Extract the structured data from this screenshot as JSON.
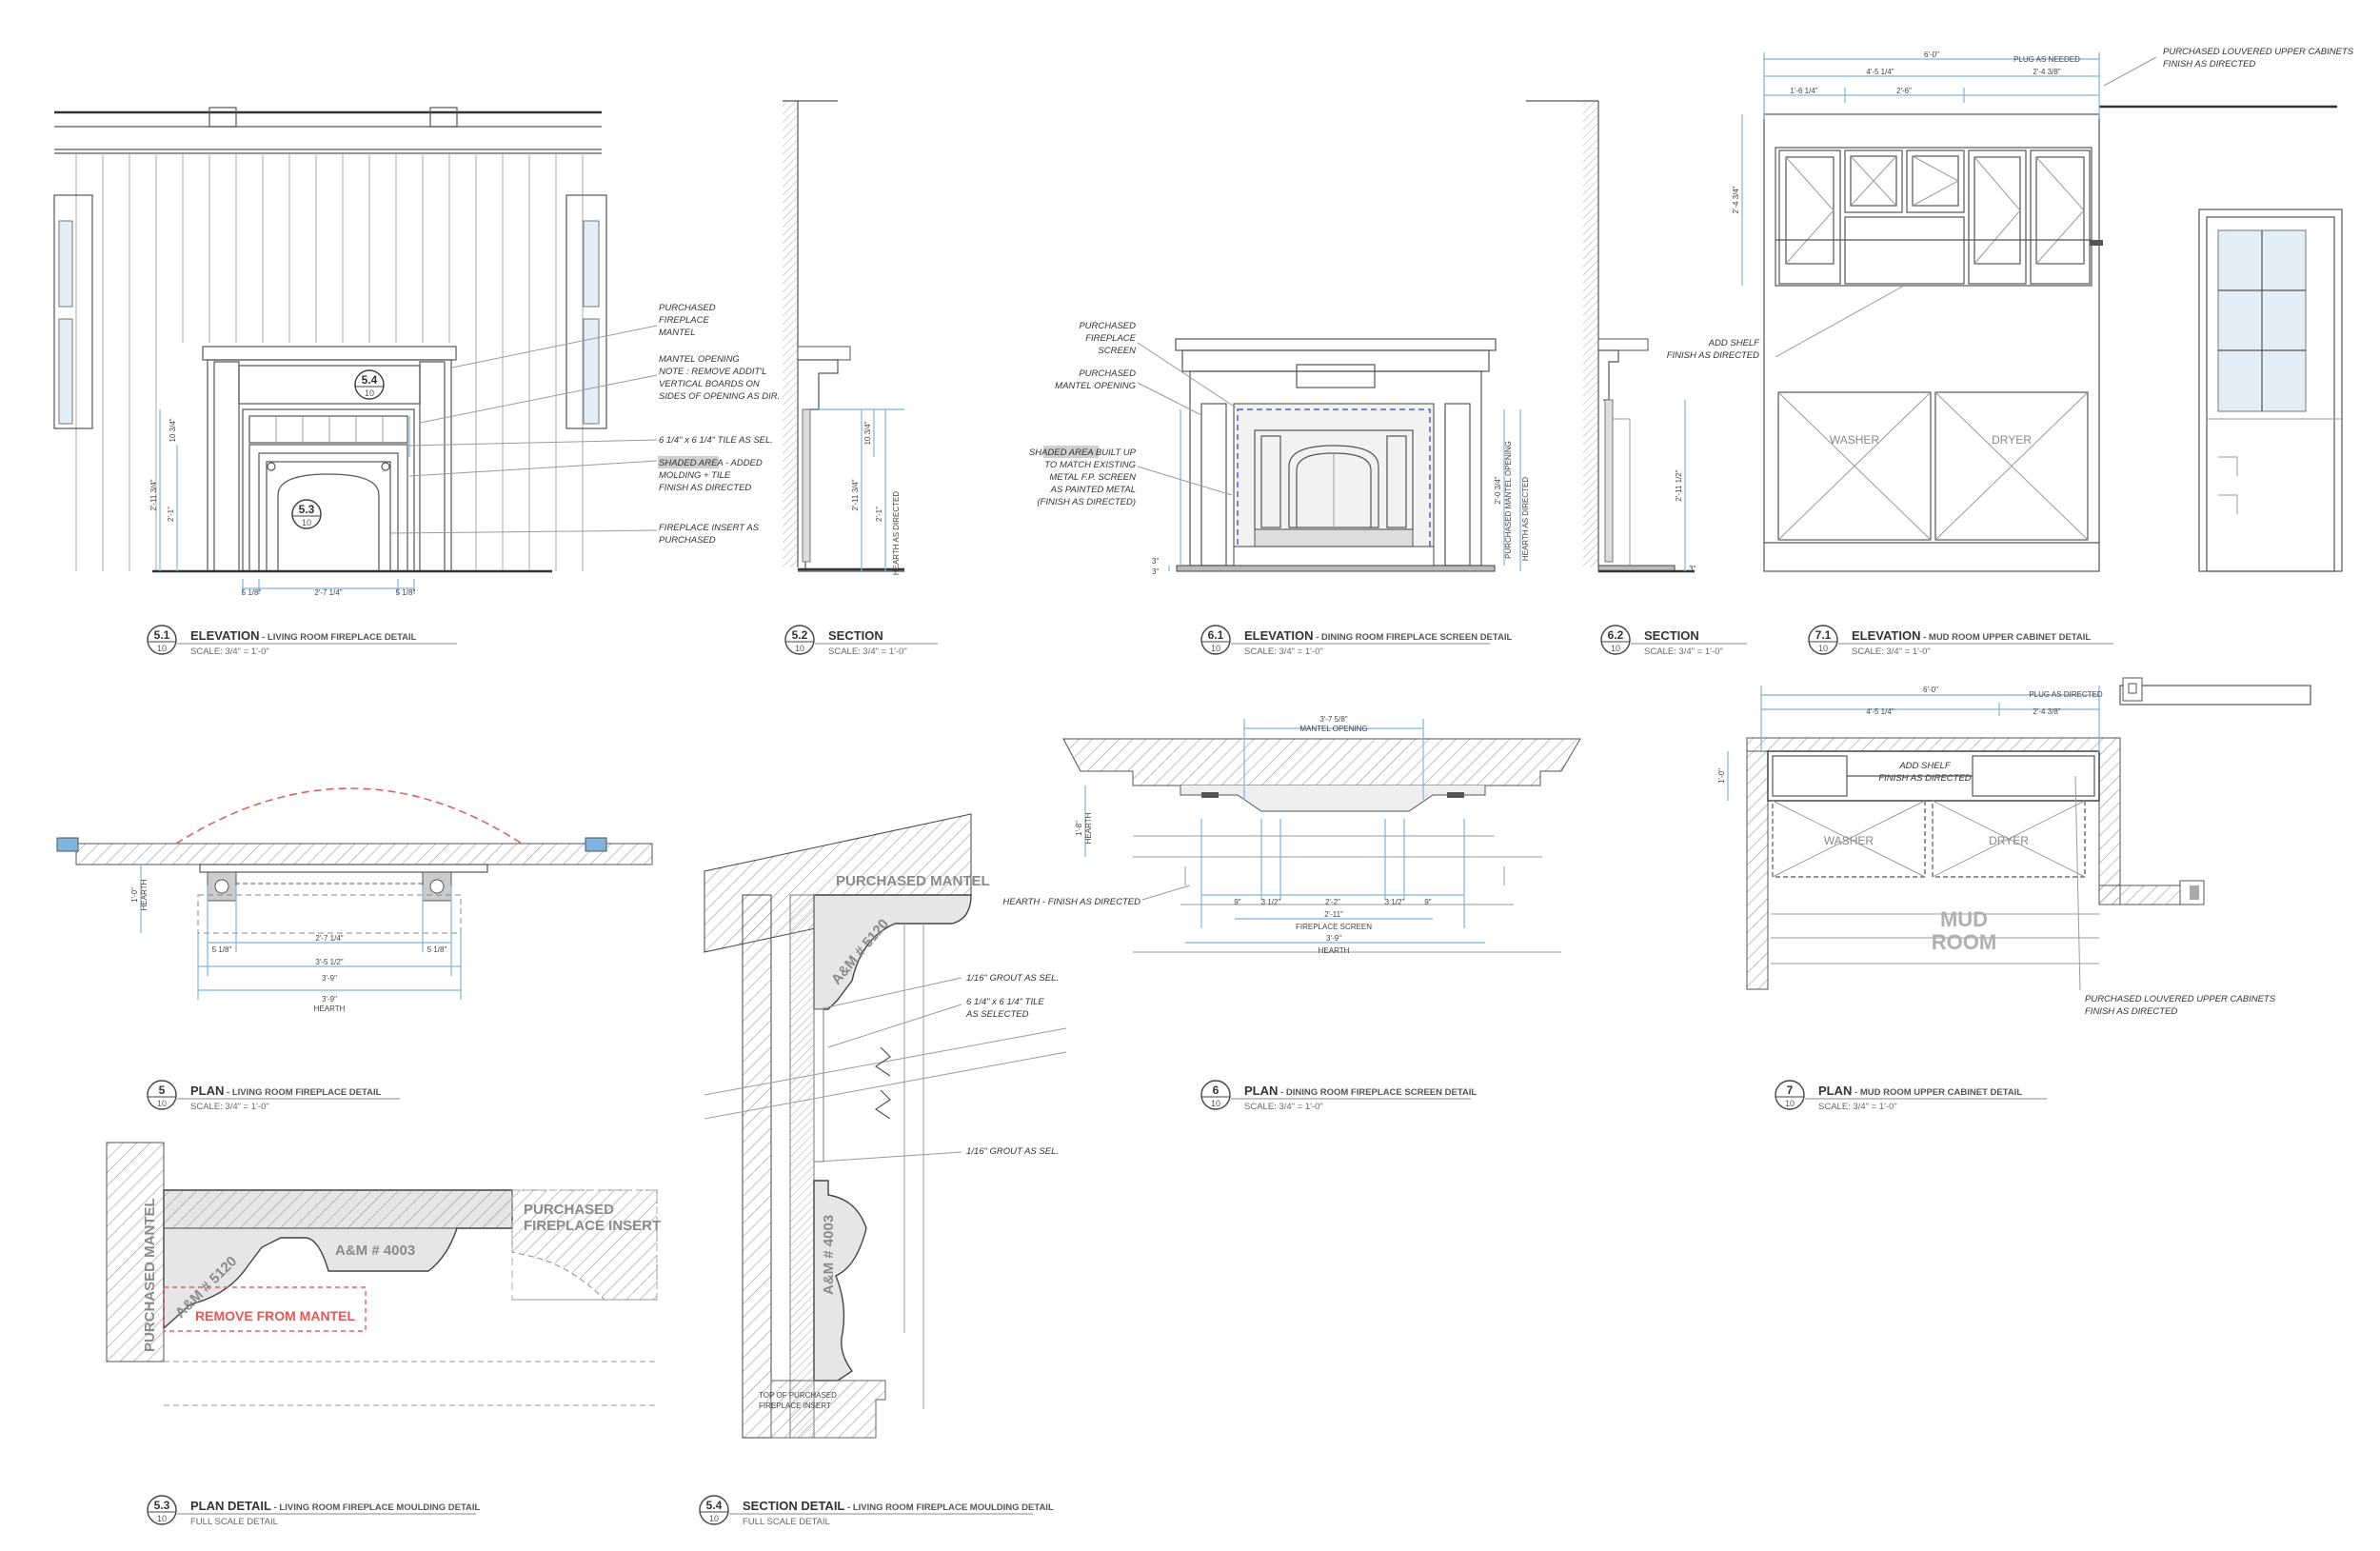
{
  "views": {
    "v51": {
      "num": "5.1",
      "sheet": "10",
      "title": "ELEVATION",
      "subtitle": " - LIVING ROOM FIREPLACE DETAIL",
      "scale": "SCALE: 3/4\" = 1'-0\""
    },
    "v52": {
      "num": "5.2",
      "sheet": "10",
      "title": "SECTION",
      "subtitle": "",
      "scale": "SCALE: 3/4\" = 1'-0\""
    },
    "v61": {
      "num": "6.1",
      "sheet": "10",
      "title": "ELEVATION",
      "subtitle": " - DINING ROOM FIREPLACE SCREEN DETAIL",
      "scale": "SCALE: 3/4\" = 1'-0\""
    },
    "v62": {
      "num": "6.2",
      "sheet": "10",
      "title": "SECTION",
      "subtitle": "",
      "scale": "SCALE: 3/4\" = 1'-0\""
    },
    "v71": {
      "num": "7.1",
      "sheet": "10",
      "title": "ELEVATION",
      "subtitle": " - MUD ROOM UPPER CABINET DETAIL",
      "scale": "SCALE: 3/4\" = 1'-0\""
    },
    "v5": {
      "num": "5",
      "sheet": "10",
      "title": "PLAN",
      "subtitle": " - LIVING ROOM FIREPLACE DETAIL",
      "scale": "SCALE: 3/4\" = 1'-0\""
    },
    "v6": {
      "num": "6",
      "sheet": "10",
      "title": "PLAN",
      "subtitle": " - DINING ROOM FIREPLACE SCREEN DETAIL",
      "scale": "SCALE: 3/4\" = 1'-0\""
    },
    "v7": {
      "num": "7",
      "sheet": "10",
      "title": "PLAN",
      "subtitle": " - MUD ROOM UPPER CABINET DETAIL",
      "scale": "SCALE: 3/4\" = 1'-0\""
    },
    "v53": {
      "num": "5.3",
      "sheet": "10",
      "title": "PLAN DETAIL",
      "subtitle": " - LIVING ROOM FIREPLACE MOULDING DETAIL",
      "scale": "FULL SCALE DETAIL"
    },
    "v54": {
      "num": "5.4",
      "sheet": "10",
      "title": "SECTION DETAIL",
      "subtitle": " - LIVING ROOM FIREPLACE MOULDING DETAIL",
      "scale": "FULL SCALE DETAIL"
    }
  },
  "callouts": {
    "c54": {
      "num": "5.4",
      "sheet": "10"
    },
    "c53": {
      "num": "5.3",
      "sheet": "10"
    }
  },
  "notes51": {
    "n1": [
      "PURCHASED",
      "FIREPLACE",
      "MANTEL"
    ],
    "n2": [
      "MANTEL OPENING",
      "NOTE : REMOVE ADDIT'L",
      "VERTICAL BOARDS ON",
      "SIDES OF OPENING AS DIR."
    ],
    "n3": "6 1/4\" x 6 1/4\" TILE AS SEL.",
    "n4_hl": "SHADED AREA",
    "n4": [
      " - ADDED",
      "MOLDING + TILE",
      "FINISH AS DIRECTED"
    ],
    "n5": [
      "FIREPLACE INSERT AS",
      "PURCHASED"
    ]
  },
  "dims51": {
    "d1": "5 1/8\"",
    "d2": "2'-7 1/4\"",
    "d3": "5 1/8\"",
    "v1": "2'-11 3/4\"",
    "v2": "2'-1\"",
    "v3": "10 3/4\""
  },
  "dims52": {
    "v1": "10 3/4\"",
    "v2": "2'-11 3/4\"",
    "v3": "2'-1\"",
    "v4": "HEARTH AS DIRECTED"
  },
  "notes61": {
    "n1": [
      "PURCHASED",
      "FIREPLACE",
      "SCREEN"
    ],
    "n2": [
      "PURCHASED",
      "MANTEL OPENING"
    ],
    "n3_hl": "SHADED AREA",
    "n3": [
      " BUILT UP",
      "TO MATCH EXISTING",
      "METAL F.P. SCREEN",
      "AS PAINTED METAL",
      "(FINISH AS DIRECTED)"
    ]
  },
  "dims61": {
    "v1": "2'-0 3/4\"",
    "v1b": "PURCHASED MANTEL OPENING",
    "v2": "HEARTH AS DIRECTED",
    "v3": "3\"",
    "v4": "3\""
  },
  "dims62": {
    "v1": "2'-11 1/2\"",
    "v2": "3\""
  },
  "notes71": {
    "n1": [
      "PURCHASED LOUVERED UPPER CABINETS",
      "FINISH AS DIRECTED"
    ],
    "n2": [
      "ADD SHELF",
      "FINISH AS DIRECTED"
    ],
    "washer": "WASHER",
    "dryer": "DRYER"
  },
  "dims71": {
    "d1": "6'-0\"",
    "d2": "4'-5 1/4\"",
    "d3": "PLUG AS NEEDED",
    "d4": "2'-4 3/8\"",
    "d5": "1'-6 1/4\"",
    "d6": "2'-6\"",
    "v1": "2'-4 3/4\""
  },
  "dims5": {
    "v1": "1'-0\"",
    "v1b": "HEARTH",
    "d1": "5 1/8\"",
    "d2": "2'-7 1/4\"",
    "d3": "5 1/8\"",
    "d4": "3'-5 1/2\"",
    "d5": "3'-9\"",
    "d6": "3'-9\"",
    "d6b": "HEARTH"
  },
  "dims6": {
    "t1": "3'-7 5/8\"",
    "t1b": "MANTEL OPENING",
    "v1": "1'-8\"",
    "v1b": "HEARTH",
    "d1": "9\"",
    "d2": "3 1/2\"",
    "d3": "2'-2\"",
    "d4": "3 1/2\"",
    "d5": "9\"",
    "d6": "2'-11\"",
    "d6b": "FIREPLACE SCREEN",
    "d7": "3'-9\"",
    "d7b": "HEARTH",
    "note": "HEARTH - FINISH AS DIRECTED"
  },
  "dims7": {
    "d1": "6'-0\"",
    "d2": "PLUG AS DIRECTED",
    "d3": "4'-5 1/4\"",
    "d4": "2'-4 3/8\"",
    "v1": "1'-0\""
  },
  "notes7": {
    "n1": [
      "ADD SHELF",
      "FINISH AS DIRECTED"
    ],
    "washer": "WASHER",
    "dryer": "DRYER",
    "room": [
      "MUD",
      "ROOM"
    ],
    "n2": [
      "PURCHASED LOUVERED UPPER CABINETS",
      "FINISH AS DIRECTED"
    ]
  },
  "detail53": {
    "m1": "A&M # 5120",
    "m2": "A&M # 4003",
    "mantel": "PURCHASED MANTEL",
    "insert": [
      "PURCHASED",
      "FIREPLACE INSERT"
    ],
    "remove": "REMOVE FROM MANTEL"
  },
  "detail54": {
    "mantel": "PURCHASED MANTEL",
    "m1": "A&M # 5120",
    "m2": "A&M # 4003",
    "n1": "1/16\" GROUT AS SEL.",
    "n2": [
      "6 1/4\" x 6 1/4\" TILE",
      "AS SELECTED"
    ],
    "n3": "1/16\" GROUT AS SEL.",
    "top": [
      "TOP OF PURCHASED",
      "FIREPLACE INSERT"
    ]
  }
}
